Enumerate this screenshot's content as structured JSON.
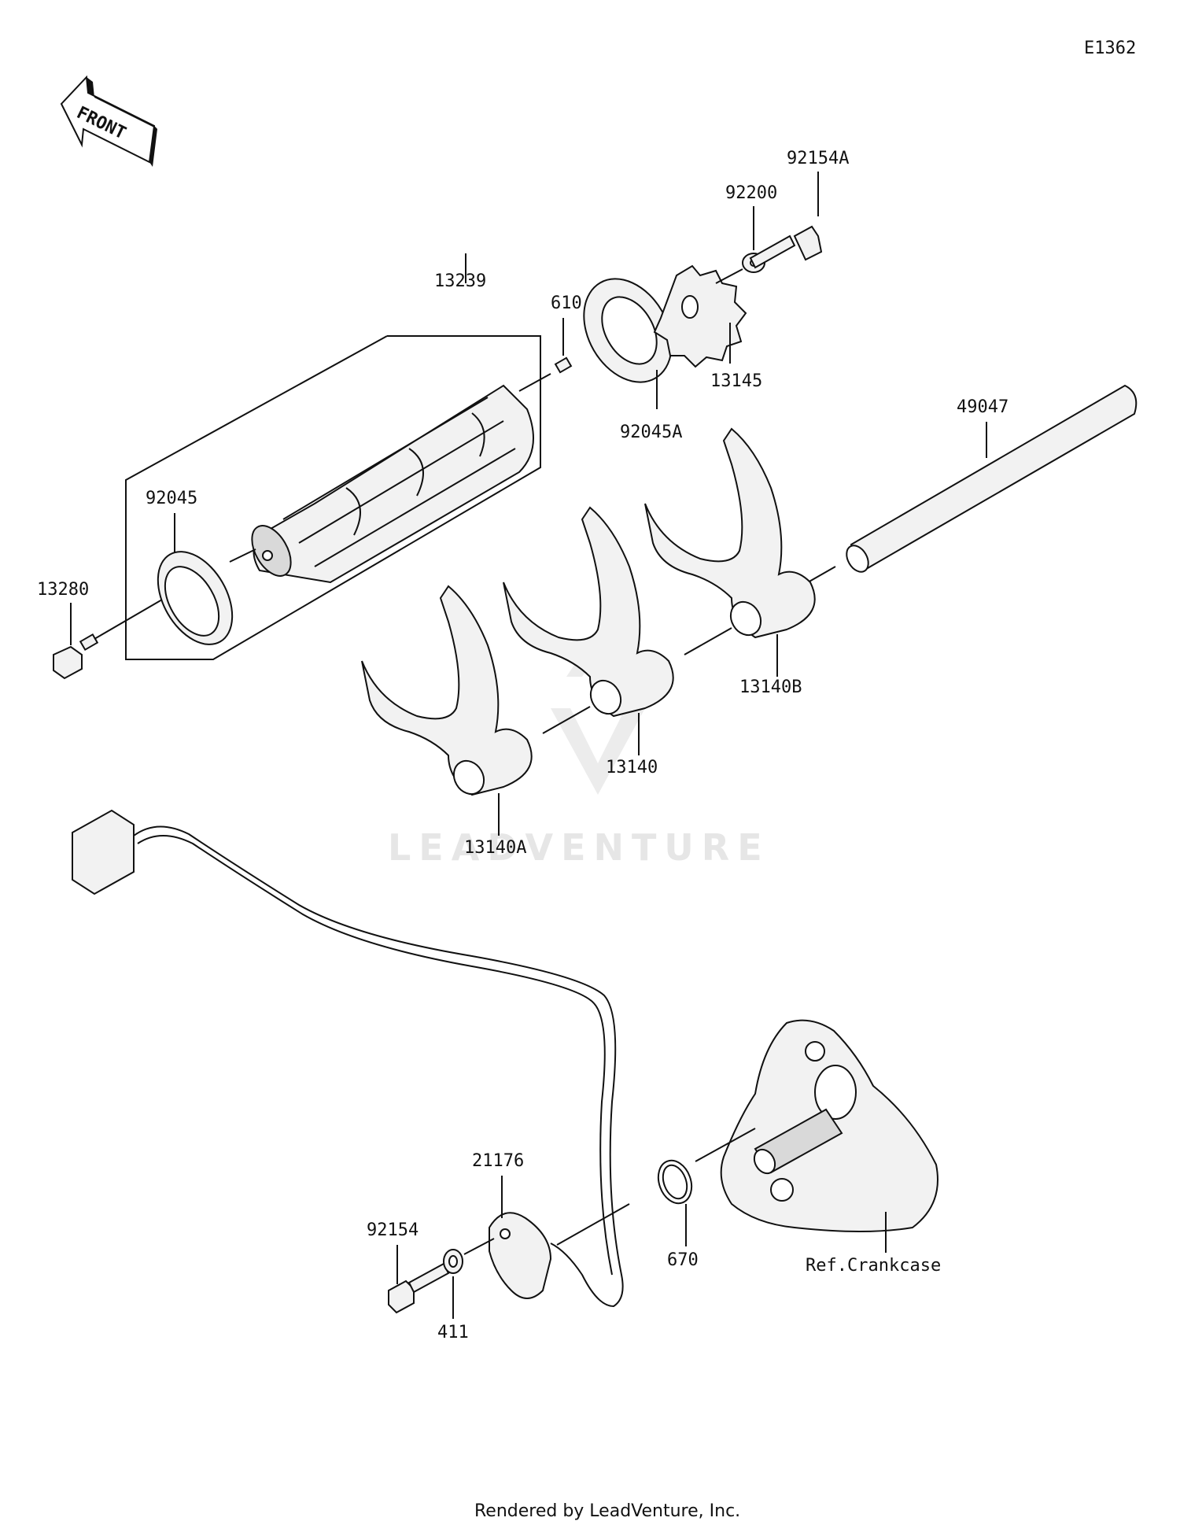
{
  "diagram": {
    "code": "E1362",
    "front_label": "FRONT",
    "watermark": "LEADVENTURE",
    "footer": "Rendered by LeadVenture, Inc."
  },
  "parts": {
    "p13239": "13239",
    "p610": "610",
    "p92045A": "92045A",
    "p92200": "92200",
    "p92154A": "92154A",
    "p13145": "13145",
    "p49047": "49047",
    "p92045": "92045",
    "p13280": "13280",
    "p13140B": "13140B",
    "p13140": "13140",
    "p13140A": "13140A",
    "p21176": "21176",
    "p92154": "92154",
    "p411": "411",
    "p670": "670",
    "ref_crankcase": "Ref.Crankcase"
  }
}
